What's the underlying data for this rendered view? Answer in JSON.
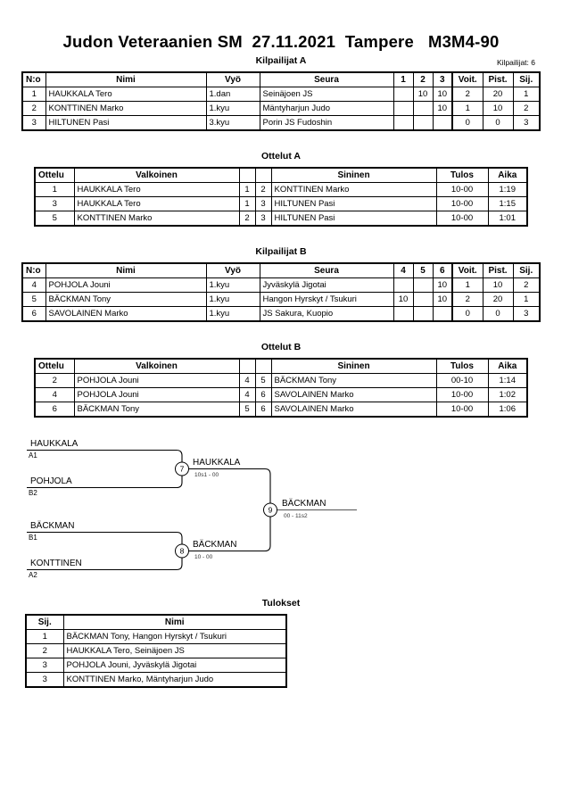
{
  "header": {
    "title": "Judon Veteraanien SM  27.11.2021  Tampere   M3M4-90",
    "competitor_count": "Kilpailijat: 6"
  },
  "sections": {
    "pool_a_caption": "Kilpailijat A",
    "matches_a_caption": "Ottelut A",
    "pool_b_caption": "Kilpailijat B",
    "matches_b_caption": "Ottelut B",
    "results_caption": "Tulokset"
  },
  "pool_a": {
    "headers": {
      "no": "N:o",
      "name": "Nimi",
      "belt": "Vyö",
      "club": "Seura",
      "g1": "1",
      "g2": "2",
      "g3": "3",
      "wins": "Voit.",
      "points": "Pist.",
      "rank": "Sij."
    },
    "rows": [
      {
        "no": "1",
        "name": "HAUKKALA Tero",
        "belt": "1.dan",
        "club": "Seinäjoen JS",
        "g1": "",
        "g2": "10",
        "g3": "10",
        "wins": "2",
        "points": "20",
        "rank": "1"
      },
      {
        "no": "2",
        "name": "KONTTINEN Marko",
        "belt": "1.kyu",
        "club": "Mäntyharjun Judo",
        "g1": "",
        "g2": "",
        "g3": "10",
        "wins": "1",
        "points": "10",
        "rank": "2"
      },
      {
        "no": "3",
        "name": "HILTUNEN Pasi",
        "belt": "3.kyu",
        "club": "Porin JS Fudoshin",
        "g1": "",
        "g2": "",
        "g3": "",
        "wins": "0",
        "points": "0",
        "rank": "3"
      }
    ]
  },
  "matches_a": {
    "headers": {
      "match": "Ottelu",
      "white": "Valkoinen",
      "wn": "",
      "bn": "",
      "blue": "Sininen",
      "result": "Tulos",
      "time": "Aika"
    },
    "rows": [
      {
        "match": "1",
        "white": "HAUKKALA Tero",
        "wn": "1",
        "bn": "2",
        "blue": "KONTTINEN Marko",
        "result": "10-00",
        "time": "1:19"
      },
      {
        "match": "3",
        "white": "HAUKKALA Tero",
        "wn": "1",
        "bn": "3",
        "blue": "HILTUNEN Pasi",
        "result": "10-00",
        "time": "1:15"
      },
      {
        "match": "5",
        "white": "KONTTINEN Marko",
        "wn": "2",
        "bn": "3",
        "blue": "HILTUNEN Pasi",
        "result": "10-00",
        "time": "1:01"
      }
    ]
  },
  "pool_b": {
    "headers": {
      "no": "N:o",
      "name": "Nimi",
      "belt": "Vyö",
      "club": "Seura",
      "g1": "4",
      "g2": "5",
      "g3": "6",
      "wins": "Voit.",
      "points": "Pist.",
      "rank": "Sij."
    },
    "rows": [
      {
        "no": "4",
        "name": "POHJOLA Jouni",
        "belt": "1.kyu",
        "club": "Jyväskylä Jigotai",
        "g1": "",
        "g2": "",
        "g3": "10",
        "wins": "1",
        "points": "10",
        "rank": "2"
      },
      {
        "no": "5",
        "name": "BÄCKMAN Tony",
        "belt": "1.kyu",
        "club": "Hangon Hyrskyt / Tsukuri",
        "g1": "10",
        "g2": "",
        "g3": "10",
        "wins": "2",
        "points": "20",
        "rank": "1"
      },
      {
        "no": "6",
        "name": "SAVOLAINEN Marko",
        "belt": "1.kyu",
        "club": "JS Sakura, Kuopio",
        "g1": "",
        "g2": "",
        "g3": "",
        "wins": "0",
        "points": "0",
        "rank": "3"
      }
    ]
  },
  "matches_b": {
    "headers": {
      "match": "Ottelu",
      "white": "Valkoinen",
      "wn": "",
      "bn": "",
      "blue": "Sininen",
      "result": "Tulos",
      "time": "Aika"
    },
    "rows": [
      {
        "match": "2",
        "white": "POHJOLA Jouni",
        "wn": "4",
        "bn": "5",
        "blue": "BÄCKMAN Tony",
        "result": "00-10",
        "time": "1:14"
      },
      {
        "match": "4",
        "white": "POHJOLA Jouni",
        "wn": "4",
        "bn": "6",
        "blue": "SAVOLAINEN Marko",
        "result": "10-00",
        "time": "1:02"
      },
      {
        "match": "6",
        "white": "BÄCKMAN Tony",
        "wn": "5",
        "bn": "6",
        "blue": "SAVOLAINEN Marko",
        "result": "10-00",
        "time": "1:06"
      }
    ]
  },
  "bracket": {
    "entrants": [
      {
        "name": "HAUKKALA",
        "seed": "A1"
      },
      {
        "name": "POHJOLA",
        "seed": "B2"
      },
      {
        "name": "BÄCKMAN",
        "seed": "B1"
      },
      {
        "name": "KONTTINEN",
        "seed": "A2"
      }
    ],
    "semifinal_1": {
      "number": "7",
      "winner": "HAUKKALA",
      "score": "10s1 - 00"
    },
    "semifinal_2": {
      "number": "8",
      "winner": "BÄCKMAN",
      "score": "10 - 00"
    },
    "final": {
      "number": "9",
      "winner": "BÄCKMAN",
      "score": "00 - 11s2"
    }
  },
  "results": {
    "headers": {
      "rank": "Sij.",
      "name": "Nimi"
    },
    "rows": [
      {
        "rank": "1",
        "name": "BÄCKMAN Tony, Hangon Hyrskyt / Tsukuri"
      },
      {
        "rank": "2",
        "name": "HAUKKALA Tero, Seinäjoen JS"
      },
      {
        "rank": "3",
        "name": "POHJOLA Jouni, Jyväskylä Jigotai"
      },
      {
        "rank": "3",
        "name": "KONTTINEN Marko, Mäntyharjun Judo"
      }
    ]
  }
}
